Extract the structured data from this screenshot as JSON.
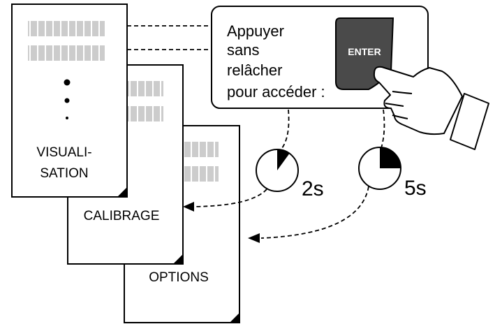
{
  "pages": {
    "visualisation": {
      "label_line1": "VISUALI-",
      "label_line2": "SATION"
    },
    "calibrage": {
      "label": "CALIBRAGE"
    },
    "options": {
      "label": "OPTIONS"
    }
  },
  "instruction": {
    "line1": "Appuyer",
    "line2": "sans",
    "line3": "relâcher",
    "line4": "pour accéder :"
  },
  "enter_key": {
    "label": "ENTER",
    "color": "#4a4a4a"
  },
  "timers": [
    {
      "label": "2s",
      "fill_fraction": 0.1
    },
    {
      "label": "5s",
      "fill_fraction": 0.25
    }
  ],
  "colors": {
    "line": "#000000",
    "page_bg": "#ffffff",
    "placeholder_bar": "#cccccc",
    "timer_fill": "#000000"
  }
}
